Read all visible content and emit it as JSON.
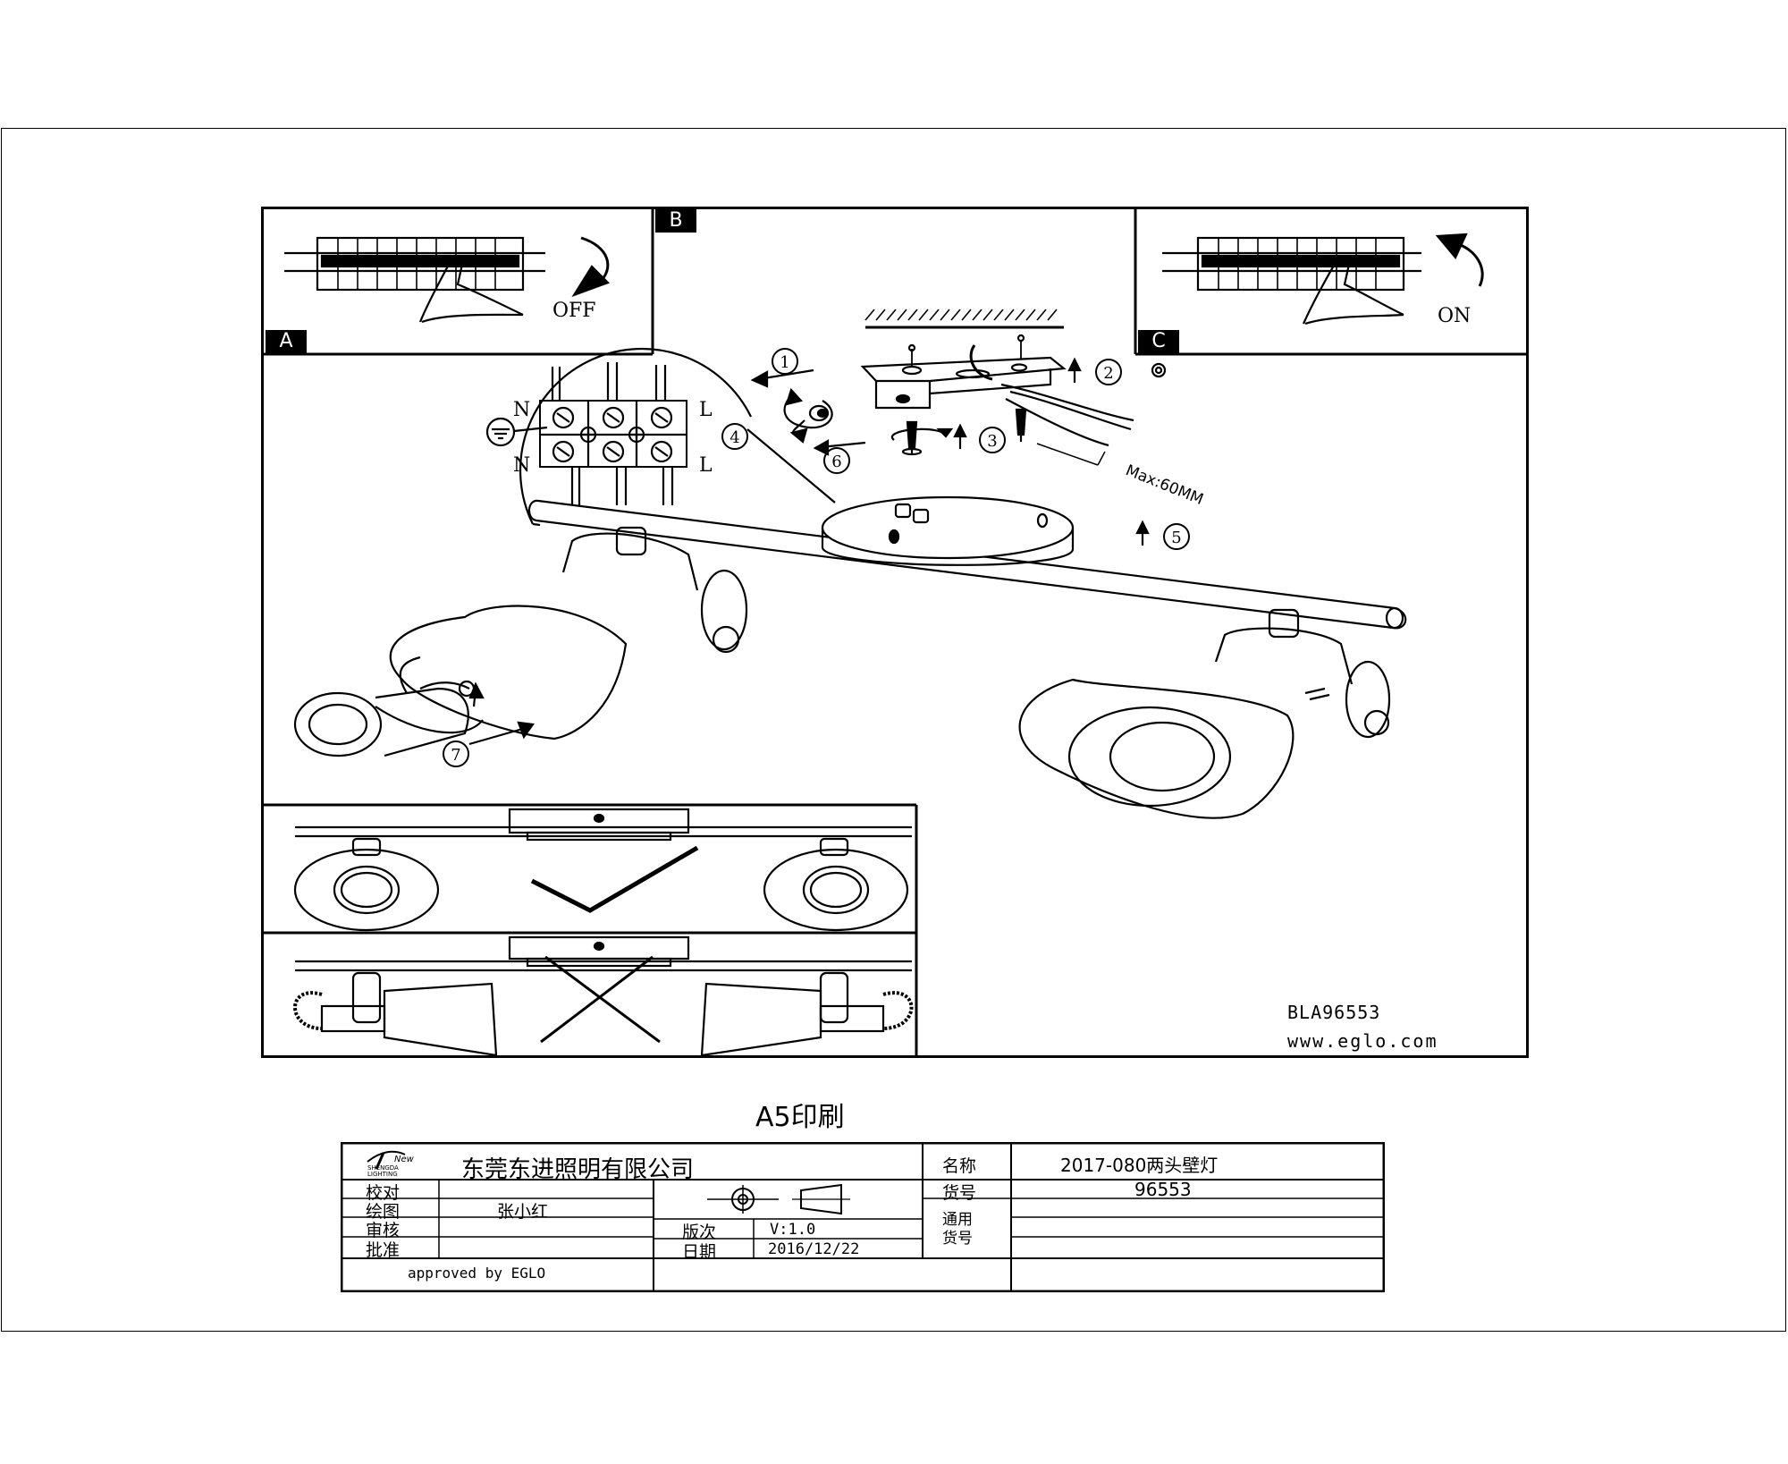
{
  "panels": {
    "a_label": "A",
    "b_label": "B",
    "c_label": "C",
    "off_text": "OFF",
    "on_text": "ON"
  },
  "steps": [
    "1",
    "2",
    "3",
    "4",
    "5",
    "6",
    "7"
  ],
  "wiring": {
    "n_top": "N",
    "l_top": "L",
    "n_bottom": "N",
    "l_bottom": "L"
  },
  "max_length": "Max:60MM",
  "model_code": "BLA96553",
  "website": "www.eglo.com",
  "print_note": "A5印刷",
  "title_block": {
    "logo_mark": "New",
    "logo_sub1": "SHENGDA",
    "logo_sub2": "LIGHTING",
    "company": "东莞东进照明有限公司",
    "proofread_label": "校对",
    "drawn_label": "绘图",
    "drawn_value": "张小红",
    "review_label": "审核",
    "approve_label": "批准",
    "approved_by": "approved by EGLO",
    "version_label": "版次",
    "version_value": "V:1.0",
    "date_label": "日期",
    "date_value": "2016/12/22",
    "name_label": "名称",
    "name_value": "2017-080两头壁灯",
    "item_label": "货号",
    "item_value": "96553",
    "general_label_1": "通用",
    "general_label_2": "货号"
  }
}
